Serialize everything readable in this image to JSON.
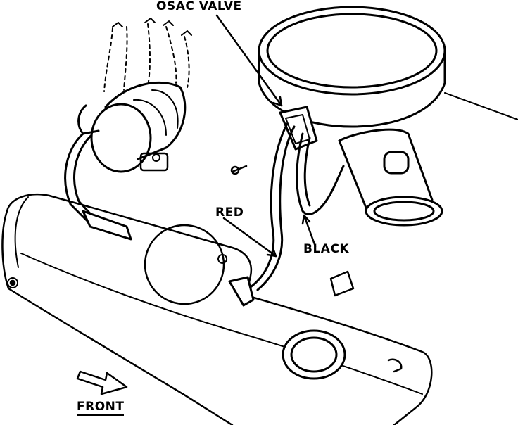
{
  "labels": {
    "osac_valve": "OSAC VALVE",
    "red": "RED",
    "black": "BLACK",
    "front": "FRONT"
  },
  "colors": {
    "ink": "#000000",
    "paper": "#ffffff"
  },
  "icons": {
    "front_direction": "arrow-right-icon"
  }
}
